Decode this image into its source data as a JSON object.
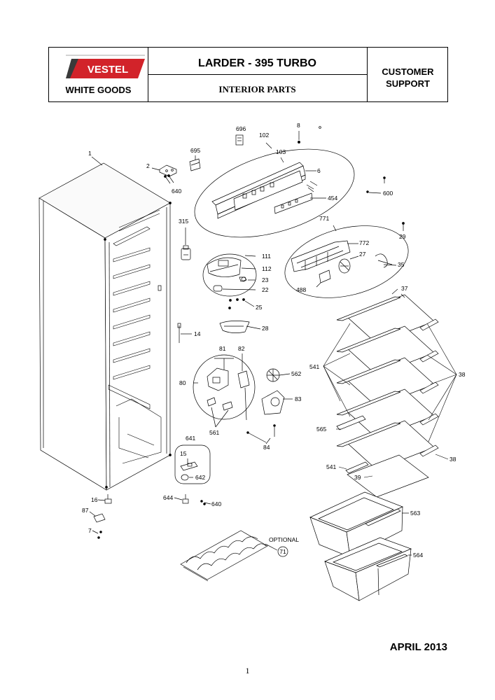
{
  "header": {
    "brand": "VESTEL",
    "brand_sub": "WHITE GOODS",
    "title": "LARDER - 395 TURBO",
    "subtitle": "INTERIOR PARTS",
    "support_line1": "CUSTOMER",
    "support_line2": "SUPPORT",
    "brand_color": "#d2232a"
  },
  "parts": [
    {
      "id": "696",
      "label": "696"
    },
    {
      "id": "8",
      "label": "8"
    },
    {
      "id": "102",
      "label": "102"
    },
    {
      "id": "1",
      "label": "1"
    },
    {
      "id": "695",
      "label": "695"
    },
    {
      "id": "103",
      "label": "103"
    },
    {
      "id": "2",
      "label": "2"
    },
    {
      "id": "6",
      "label": "6"
    },
    {
      "id": "640a",
      "label": "640"
    },
    {
      "id": "600",
      "label": "600"
    },
    {
      "id": "454",
      "label": "454"
    },
    {
      "id": "315",
      "label": "315"
    },
    {
      "id": "771",
      "label": "771"
    },
    {
      "id": "29",
      "label": "29"
    },
    {
      "id": "772",
      "label": "772"
    },
    {
      "id": "111",
      "label": "111"
    },
    {
      "id": "27",
      "label": "27"
    },
    {
      "id": "112",
      "label": "112"
    },
    {
      "id": "35",
      "label": "35"
    },
    {
      "id": "23",
      "label": "23"
    },
    {
      "id": "22",
      "label": "22"
    },
    {
      "id": "488",
      "label": "488"
    },
    {
      "id": "37",
      "label": "37"
    },
    {
      "id": "25",
      "label": "25"
    },
    {
      "id": "28",
      "label": "28"
    },
    {
      "id": "14",
      "label": "14"
    },
    {
      "id": "81",
      "label": "81"
    },
    {
      "id": "82",
      "label": "82"
    },
    {
      "id": "541a",
      "label": "541"
    },
    {
      "id": "562",
      "label": "562"
    },
    {
      "id": "38a",
      "label": "38"
    },
    {
      "id": "80",
      "label": "80"
    },
    {
      "id": "83",
      "label": "83"
    },
    {
      "id": "561",
      "label": "561"
    },
    {
      "id": "565",
      "label": "565"
    },
    {
      "id": "641",
      "label": "641"
    },
    {
      "id": "84",
      "label": "84"
    },
    {
      "id": "15",
      "label": "15"
    },
    {
      "id": "38b",
      "label": "38"
    },
    {
      "id": "642",
      "label": "642"
    },
    {
      "id": "541b",
      "label": "541"
    },
    {
      "id": "39",
      "label": "39"
    },
    {
      "id": "16",
      "label": "16"
    },
    {
      "id": "644",
      "label": "644"
    },
    {
      "id": "640b",
      "label": "640"
    },
    {
      "id": "87",
      "label": "87"
    },
    {
      "id": "563",
      "label": "563"
    },
    {
      "id": "7",
      "label": "7"
    },
    {
      "id": "optional",
      "label": "OPTIONAL"
    },
    {
      "id": "71",
      "label": "71"
    },
    {
      "id": "564",
      "label": "564"
    }
  ],
  "footer": {
    "date": "APRIL  2013",
    "page": "1"
  }
}
